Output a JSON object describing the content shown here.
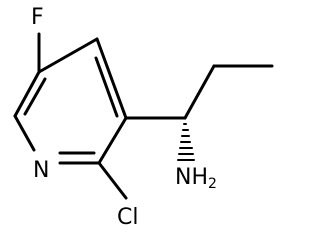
{
  "molecule": {
    "atoms": {
      "fluorine": "F",
      "nitrogen": "N",
      "chlorine": "Cl",
      "amine_symbol": "NH",
      "amine_subscript": "2"
    }
  }
}
